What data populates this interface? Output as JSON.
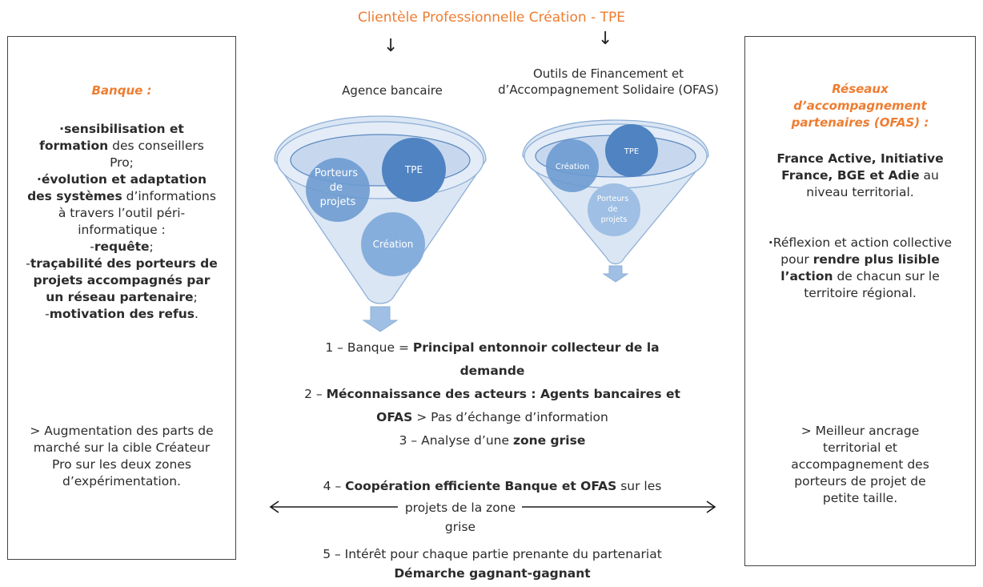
{
  "header": {
    "title": "Clientèle Professionnelle Création - TPE"
  },
  "channels": {
    "bank": {
      "label": "Agence bancaire"
    },
    "ofas": {
      "line1": "Outils de Financement et",
      "line2": "d’Accompagnement Solidaire (OFAS)"
    }
  },
  "funnel_bank": {
    "bubble_porteurs": {
      "line1": "Porteurs",
      "line2": "de",
      "line3": "projets"
    },
    "bubble_tpe": "TPE",
    "bubble_creation": "Création"
  },
  "funnel_ofas": {
    "bubble_creation": "Création",
    "bubble_tpe": "TPE",
    "bubble_porteurs": {
      "line1": "Porteurs",
      "line2": "de",
      "line3": "projets"
    }
  },
  "left_panel": {
    "title": "Banque :",
    "b1_bold": "sensibilisation et formation",
    "b1_rest": " des conseillers Pro;",
    "b2_bold": "évolution et  adaptation des systèmes",
    "b2_rest": " d’informations à travers l’outil péri-informatique :",
    "s1_prefix": "-",
    "s1_bold": "requête",
    "s1_rest": ";",
    "s2_prefix": "-",
    "s2_bold": "traçabilité des porteurs de projets accompagnés par un réseau partenaire",
    "s2_rest": ";",
    "s3_prefix": "-",
    "s3_bold": "motivation des refus",
    "s3_rest": ".",
    "result": "> Augmentation des parts de marché sur la cible Créateur Pro sur les deux zones d’expérimentation."
  },
  "right_panel": {
    "title_l1": "Réseaux",
    "title_l2": "d’accompagnement",
    "title_l3": "partenaires (OFAS) :",
    "p1_bold": "France Active, Initiative France, BGE et Adie",
    "p1_rest": " au niveau territorial.",
    "p2_pre": "Réflexion et action collective pour ",
    "p2_bold": "rendre plus lisible l’action",
    "p2_rest": " de chacun sur le territoire régional.",
    "result": "> Meilleur ancrage territorial et accompagnement des porteurs de projet de petite taille."
  },
  "findings": {
    "f1_pre": "1 – Banque = ",
    "f1_bold_a": "Principal entonnoir collecteur de la",
    "f1_bold_b": "demande",
    "f2_pre": "2 – ",
    "f2_bold_a": "Méconnaissance des acteurs : Agents bancaires et",
    "f2_bold_b": "OFAS",
    "f2_rest": " > Pas d’échange d’information",
    "f3_pre": "3 – Analyse d’une ",
    "f3_bold": "zone grise",
    "f4_pre": "4 – ",
    "f4_bold": "Coopération efficiente Banque et OFAS",
    "f4_rest": " sur les",
    "f4_line2": "projets de la zone grise",
    "f5_line1": "5 – Intérêt pour chaque partie prenante du partenariat",
    "f5_bold": "Démarche gagnant-gagnant"
  },
  "colors": {
    "accent": "#ee7d31",
    "funnel_fill": "#dbe6f4",
    "funnel_stroke": "#8fb0d6",
    "bubble_dark": "#4f83c2",
    "bubble_mid": "#6d9bd0",
    "bubble_light": "#9fbfe4"
  }
}
